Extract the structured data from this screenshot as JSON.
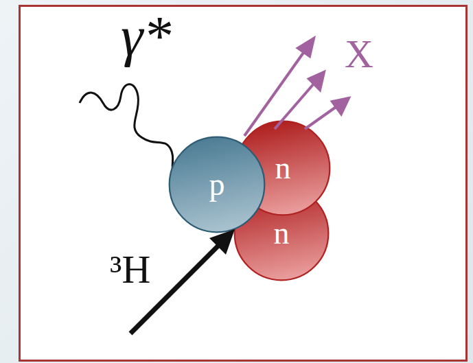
{
  "diagram": {
    "nodes": [
      {
        "text": [
          "p"
        ]
      },
      {
        "text": [
          "n"
        ]
      },
      {
        "text": [
          "n"
        ]
      }
    ],
    "labels": [
      "γ*",
      "X",
      "³H"
    ]
  }
}
